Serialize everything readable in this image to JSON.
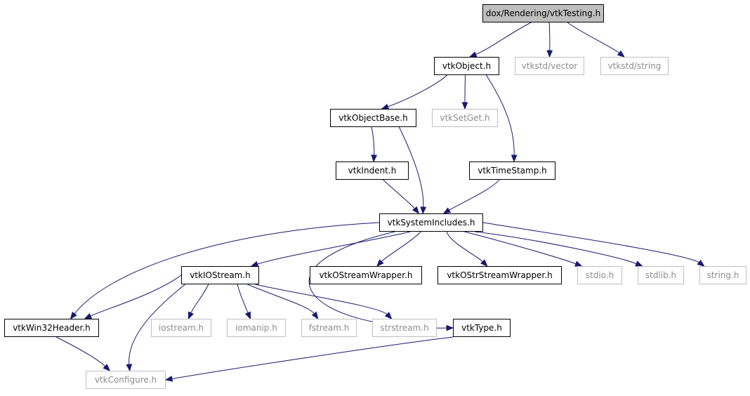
{
  "diagram": {
    "colors": {
      "edge": "#191970",
      "root_fill": "#bfbfbf",
      "node_border": "#000000",
      "external_border": "#bfbfbf",
      "external_text": "#8c8c8c"
    },
    "nodes": {
      "testing": {
        "label": "dox/Rendering/vtkTesting.h",
        "kind": "root"
      },
      "object": {
        "label": "vtkObject.h",
        "kind": "documented"
      },
      "vtkstd_vector": {
        "label": "vtkstd/vector",
        "kind": "external"
      },
      "vtkstd_string": {
        "label": "vtkstd/string",
        "kind": "external"
      },
      "object_base": {
        "label": "vtkObjectBase.h",
        "kind": "documented"
      },
      "set_get": {
        "label": "vtkSetGet.h",
        "kind": "external"
      },
      "indent": {
        "label": "vtkIndent.h",
        "kind": "documented"
      },
      "time_stamp": {
        "label": "vtkTimeStamp.h",
        "kind": "documented"
      },
      "system_includes": {
        "label": "vtkSystemIncludes.h",
        "kind": "documented"
      },
      "iostream_h": {
        "label": "vtkIOStream.h",
        "kind": "documented"
      },
      "ostream_wrapper": {
        "label": "vtkOStreamWrapper.h",
        "kind": "documented"
      },
      "ostr_stream_wrapper": {
        "label": "vtkOStrStreamWrapper.h",
        "kind": "documented"
      },
      "stdio": {
        "label": "stdio.h",
        "kind": "external"
      },
      "stdlib": {
        "label": "stdlib.h",
        "kind": "external"
      },
      "string_h": {
        "label": "string.h",
        "kind": "external"
      },
      "win32": {
        "label": "vtkWin32Header.h",
        "kind": "documented"
      },
      "iostream": {
        "label": "iostream.h",
        "kind": "external"
      },
      "iomanip": {
        "label": "iomanip.h",
        "kind": "external"
      },
      "fstream": {
        "label": "fstream.h",
        "kind": "external"
      },
      "strstream": {
        "label": "strstream.h",
        "kind": "external"
      },
      "type": {
        "label": "vtkType.h",
        "kind": "documented"
      },
      "configure": {
        "label": "vtkConfigure.h",
        "kind": "external"
      }
    },
    "edges": [
      [
        "testing",
        "object"
      ],
      [
        "testing",
        "vtkstd_vector"
      ],
      [
        "testing",
        "vtkstd_string"
      ],
      [
        "object",
        "object_base"
      ],
      [
        "object",
        "set_get"
      ],
      [
        "object",
        "time_stamp"
      ],
      [
        "object_base",
        "indent"
      ],
      [
        "object_base",
        "system_includes"
      ],
      [
        "indent",
        "system_includes"
      ],
      [
        "time_stamp",
        "system_includes"
      ],
      [
        "system_includes",
        "iostream_h"
      ],
      [
        "system_includes",
        "ostream_wrapper"
      ],
      [
        "system_includes",
        "ostr_stream_wrapper"
      ],
      [
        "system_includes",
        "stdio"
      ],
      [
        "system_includes",
        "stdlib"
      ],
      [
        "system_includes",
        "string_h"
      ],
      [
        "system_includes",
        "win32"
      ],
      [
        "system_includes",
        "type"
      ],
      [
        "iostream_h",
        "win32"
      ],
      [
        "iostream_h",
        "iostream"
      ],
      [
        "iostream_h",
        "iomanip"
      ],
      [
        "iostream_h",
        "fstream"
      ],
      [
        "iostream_h",
        "strstream"
      ],
      [
        "iostream_h",
        "configure"
      ],
      [
        "win32",
        "configure"
      ],
      [
        "type",
        "configure"
      ]
    ]
  }
}
